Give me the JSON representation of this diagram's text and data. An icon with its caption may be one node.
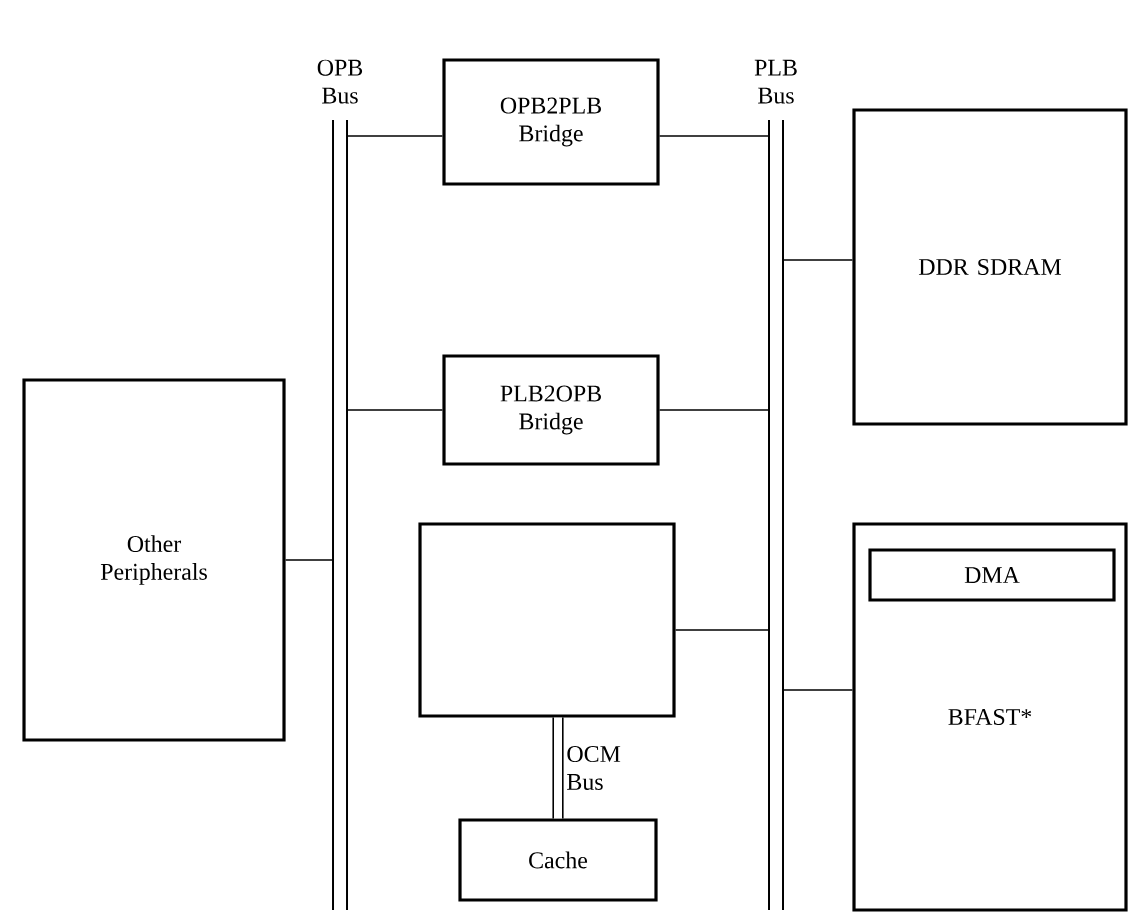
{
  "diagram": {
    "nodes": [
      {
        "text": [
          "OPB Bus"
        ]
      },
      {
        "text": [
          "PLB Bus"
        ]
      },
      {
        "text": [
          "OPB2PLB Bridge"
        ]
      },
      {
        "text": [
          "PLB2OPB Bridge"
        ]
      },
      {
        "text": [
          "DDR SDRAM"
        ]
      },
      {
        "text": [
          "Other Peripherals"
        ]
      },
      {
        "text": [],
        "shape": "box"
      },
      {
        "text": [
          "BFAST*"
        ]
      },
      {
        "text": [
          "DMA"
        ],
        "in": 7
      },
      {
        "text": [
          "Cache"
        ]
      }
    ],
    "edges": [
      {
        "from": 0,
        "to": 2,
        "arrow": "none"
      },
      {
        "from": 2,
        "to": 1,
        "arrow": "none"
      },
      {
        "from": 0,
        "to": 3,
        "arrow": "none"
      },
      {
        "from": 3,
        "to": 1,
        "arrow": "none"
      },
      {
        "from": 1,
        "to": 4,
        "arrow": "none"
      },
      {
        "from": 5,
        "to": 0,
        "arrow": "none"
      },
      {
        "from": 6,
        "to": 1,
        "arrow": "none"
      },
      {
        "from": 1,
        "to": 7,
        "arrow": "none"
      },
      {
        "from": 6,
        "to": 9,
        "arrow": "none",
        "label": "OCM Bus",
        "style": "thick"
      }
    ]
  }
}
